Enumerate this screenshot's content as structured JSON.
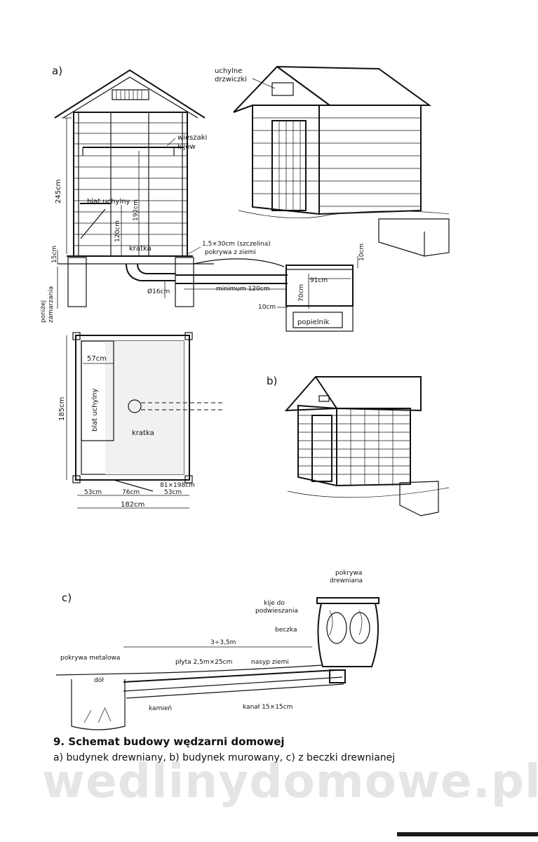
{
  "panels": {
    "a": "a)",
    "b": "b)",
    "c": "c)"
  },
  "labels_a": {
    "vent_door": "uchylne\ndrzwiczki",
    "stick_hangers": "wieszaki\nkijów",
    "height_245": "245cm",
    "folding_table": "blat uchylny",
    "h_120": "120cm",
    "h_192": "192cm",
    "h_15": "15cm",
    "grate": "kratka",
    "slot": "1,5×30cm (szczelina)",
    "earth_cover": "pokrywa z ziemi",
    "below_frost": "poniżej\nzamarzania",
    "pipe_dia": "Ø16cm",
    "min_length": "minimum 120cm",
    "w_91": "91cm",
    "h_70": "70cm",
    "h_10": "10cm",
    "w_10": "10cm",
    "ash_pit": "popielnik"
  },
  "labels_plan": {
    "w_57": "57cm",
    "table": "blat uchylny",
    "grate": "kratka",
    "depth_185": "185cm",
    "door": "81×198cm",
    "w_53a": "53cm",
    "w_76": "76cm",
    "w_53b": "53cm",
    "w_182": "182cm"
  },
  "labels_c": {
    "wood_lid": "pokrywa\ndrewniana",
    "hang_sticks": "kije do\npodwieszania",
    "barrel": "beczka",
    "distance": "3÷3,5m",
    "metal_lid": "pokrywa metalowa",
    "slab": "płyta 2,5m×25cm",
    "earth_mound": "nasyp ziemi",
    "pit": "dół",
    "stone": "kamień",
    "channel": "kanał 15×15cm"
  },
  "caption": {
    "title": "9. Schemat budowy wędzarni domowej",
    "subtitle": "a) budynek drewniany, b) budynek murowany, c) z beczki drewnianej"
  },
  "watermark": "wedlinydomowe.pl"
}
